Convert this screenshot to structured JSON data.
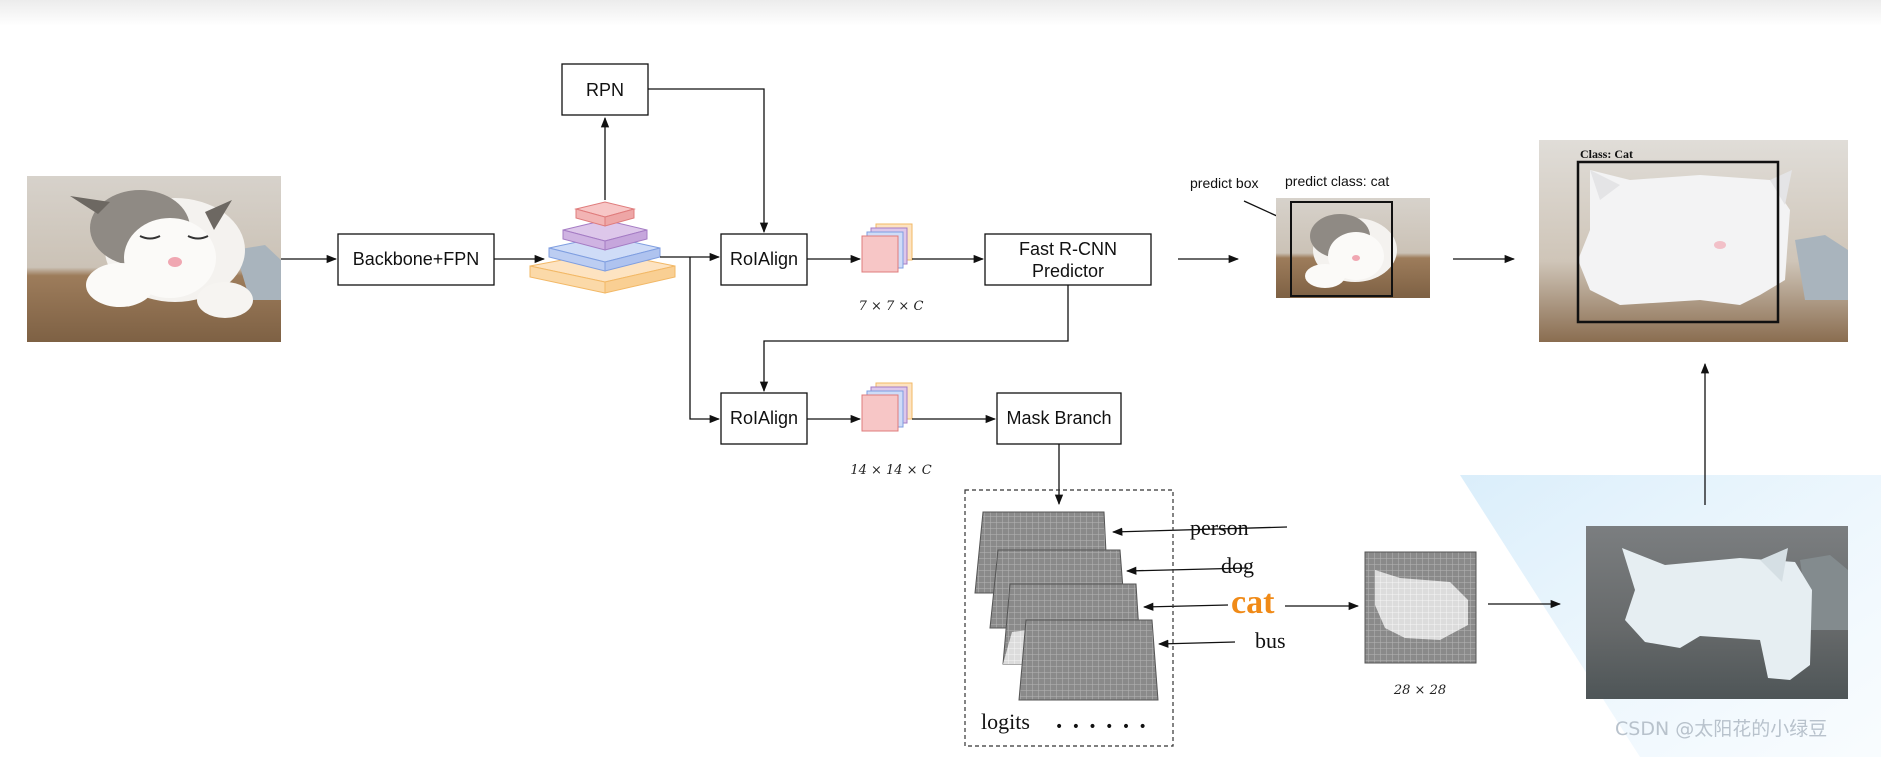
{
  "colors": {
    "accent_cat": "#f08a17",
    "line": "#111111",
    "fpn_red": "#f7c6c6",
    "fpn_purple": "#ddc7ea",
    "fpn_blue": "#cfdcf7",
    "fpn_orange": "#fde3c1"
  },
  "nodes": {
    "backbone": "Backbone+FPN",
    "rpn": "RPN",
    "roialign_top": "RoIAlign",
    "roialign_bottom": "RoIAlign",
    "fast_rcnn_line1": "Fast R-CNN",
    "fast_rcnn_line2": "Predictor",
    "mask_branch": "Mask Branch"
  },
  "dims": {
    "top": "7 × 7 × C",
    "bottom": "14 × 14 × C",
    "mask": "28 × 28"
  },
  "predict": {
    "box_label": "predict box",
    "class_label": "predict class: cat"
  },
  "result": {
    "class_label": "Class: Cat"
  },
  "classes": {
    "person": "person",
    "dog": "dog",
    "cat": "cat",
    "bus": "bus"
  },
  "logits": {
    "label": "logits",
    "dots": "• • • • • •"
  },
  "watermark": "CSDN @太阳花的小绿豆",
  "icons": [
    "cat-photo",
    "feature-pyramid-icon",
    "feature-map-stack-icon",
    "mask-grid-icon",
    "arrow-icon"
  ]
}
